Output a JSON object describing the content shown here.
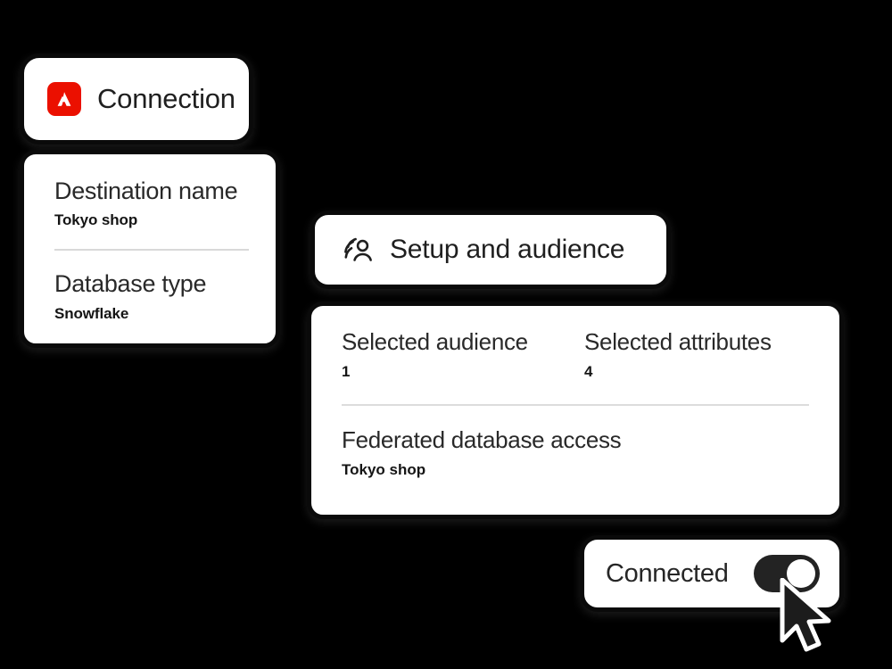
{
  "theme": {
    "background": "#000000",
    "card_background": "#ffffff",
    "card_border": "#0a0a0a",
    "text_primary": "#292929",
    "text_value": "#151515",
    "divider": "#d9d9d9",
    "brand_red": "#EB1000",
    "toggle_on": "#232323",
    "toggle_knob": "#ffffff"
  },
  "connection_card": {
    "icon": "adobe-logo-icon",
    "title": "Connection"
  },
  "destination_card": {
    "fields": [
      {
        "label": "Destination name",
        "value": "Tokyo shop"
      },
      {
        "label": "Database type",
        "value": "Snowflake"
      }
    ]
  },
  "setup_card": {
    "icon": "audience-people-icon",
    "title": "Setup and audience"
  },
  "summary_card": {
    "columns": [
      {
        "label": "Selected audience",
        "value": "1"
      },
      {
        "label": "Selected attributes",
        "value": "4"
      }
    ],
    "bottom": {
      "label": "Federated database access",
      "value": "Tokyo shop"
    }
  },
  "connected_card": {
    "label": "Connected",
    "toggle_state": "on"
  },
  "cursor": {
    "icon": "mouse-pointer-icon"
  }
}
